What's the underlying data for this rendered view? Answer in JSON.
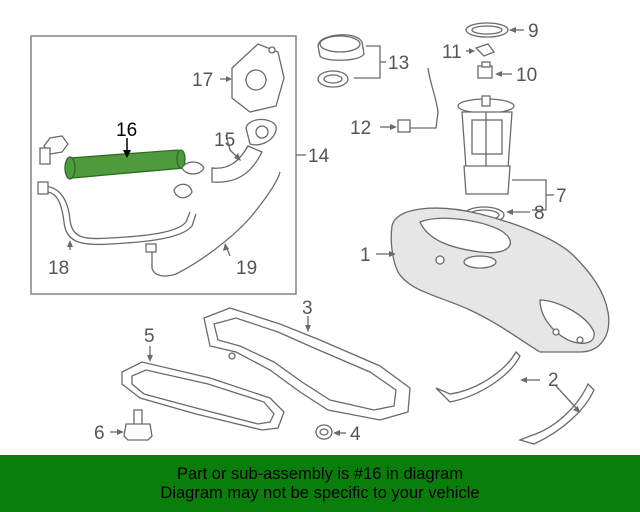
{
  "highlight_color": "#4f9a3c",
  "banner_color": "#0a7e0a",
  "callouts": {
    "c1": "1",
    "c2": "2",
    "c3": "3",
    "c4": "4",
    "c5": "5",
    "c6": "6",
    "c7": "7",
    "c8": "8",
    "c9": "9",
    "c10": "10",
    "c11": "11",
    "c12": "12",
    "c13": "13",
    "c14": "14",
    "c15": "15",
    "c16": "16",
    "c17": "17",
    "c18": "18",
    "c19": "19"
  },
  "banner": {
    "line1": "Part or sub-assembly is #16 in diagram",
    "line2": "Diagram may not be specific to your vehicle"
  }
}
